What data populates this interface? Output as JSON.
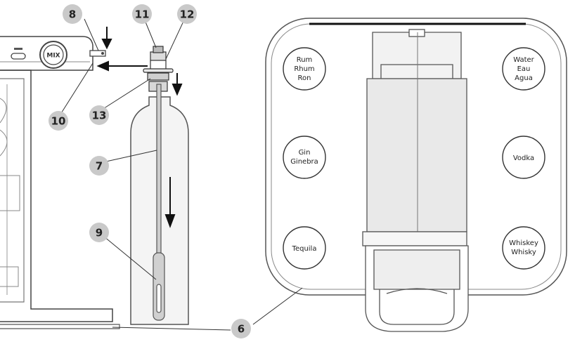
{
  "machine": {
    "mix_label": "MIX"
  },
  "callouts": [
    {
      "id": "c8",
      "label": "8"
    },
    {
      "id": "c11",
      "label": "11"
    },
    {
      "id": "c12",
      "label": "12"
    },
    {
      "id": "c10",
      "label": "10"
    },
    {
      "id": "c13",
      "label": "13"
    },
    {
      "id": "c7",
      "label": "7"
    },
    {
      "id": "c9",
      "label": "9"
    },
    {
      "id": "c6",
      "label": "6"
    }
  ],
  "slots": [
    {
      "id": "rum",
      "lines": [
        "Rum",
        "Rhum",
        "Ron"
      ]
    },
    {
      "id": "water",
      "lines": [
        "Water",
        "Eau",
        "Agua"
      ]
    },
    {
      "id": "gin",
      "lines": [
        "Gin",
        "Ginebra"
      ]
    },
    {
      "id": "vodka",
      "lines": [
        "Vodka"
      ]
    },
    {
      "id": "tequila",
      "lines": [
        "Tequila"
      ]
    },
    {
      "id": "whiskey",
      "lines": [
        "Whiskey",
        "Whisky"
      ]
    }
  ]
}
